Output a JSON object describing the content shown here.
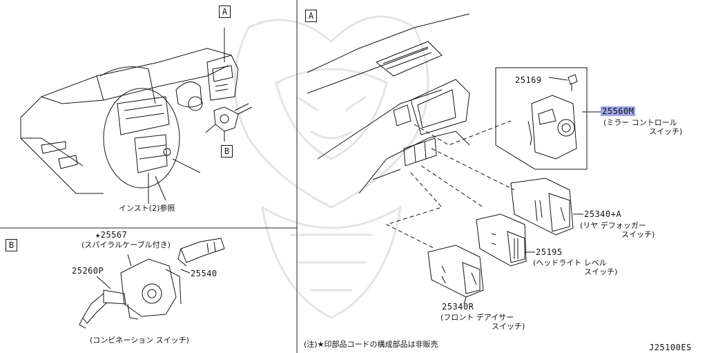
{
  "diagram": {
    "section_labels": {
      "a_top_left": "A",
      "b_top_left": "B",
      "a_right": "A",
      "b_bottom": "B"
    },
    "parts": {
      "instrument_ref": "インスト(2)参照",
      "p25567": "★25567",
      "p25567_note": "(スパイラルケーブル付き)",
      "p25260P": "25260P",
      "p25540": "25540",
      "combination_caption": "(コンビネーション スイッチ)",
      "p25169": "25169",
      "p25560M": "25560M",
      "p25560M_desc1": "(ミラー コントロール",
      "p25560M_desc2": "スイッチ)",
      "p25340A": "25340+A",
      "p25340A_desc1": "(リヤ デフォッガー",
      "p25340A_desc2": "スイッチ)",
      "p25195": "25195",
      "p25195_desc1": "(ヘッドライト レベル",
      "p25195_desc2": "スイッチ)",
      "p25340R": "25340R",
      "p25340R_desc1": "(フロント デアイサー",
      "p25340R_desc2": "スイッチ)"
    },
    "note": "(注)★印部品コードの構成部品は非販売",
    "diagram_code": "J25100ES",
    "highlight_color": "#9ea6e6"
  }
}
